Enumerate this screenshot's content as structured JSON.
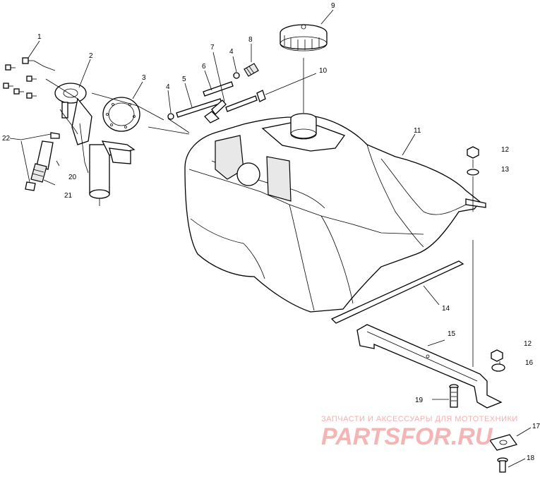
{
  "callouts": {
    "c1": "1",
    "c2": "2",
    "c3": "3",
    "c4a": "4",
    "c4b": "4",
    "c5": "5",
    "c6": "6",
    "c7": "7",
    "c8": "8",
    "c9": "9",
    "c10": "10",
    "c11": "11",
    "c12a": "12",
    "c12b": "12",
    "c13": "13",
    "c14": "14",
    "c15": "15",
    "c16": "16",
    "c17": "17",
    "c18": "18",
    "c19": "19",
    "c20": "20",
    "c21": "21",
    "c22": "22"
  },
  "watermark": {
    "subtitle": "ЗАПЧАСТИ И АКСЕССУАРЫ ДЛЯ МОТОТЕХНИКИ",
    "logo": "PARTSFOR.RU"
  }
}
